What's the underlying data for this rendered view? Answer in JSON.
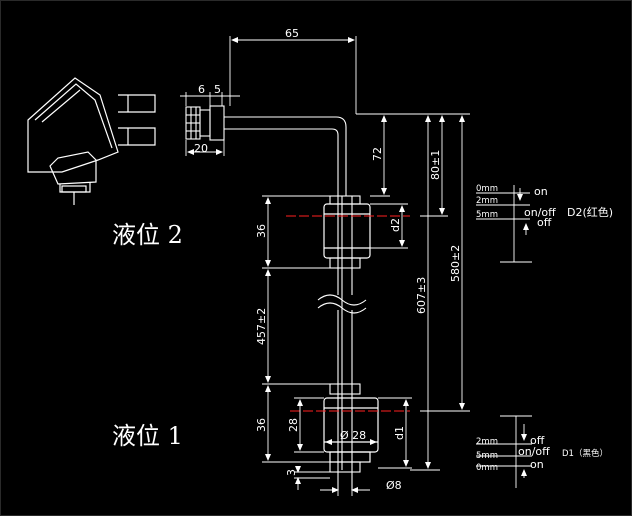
{
  "labels": {
    "level2": "液位 2",
    "level1": "液位  1"
  },
  "dimensions": {
    "width_65": "65",
    "d6": "6",
    "d5": "5",
    "d20": "20",
    "d72": "72",
    "d80": "80±1",
    "d580": "580±2",
    "d607": "607±3",
    "d36_top": "36",
    "d457": "457±2",
    "d36_bottom": "36",
    "d28": "28",
    "dia28": "Ø 28",
    "d1": "d1",
    "d2": "d2",
    "d3": "3",
    "dia8": "Ø8"
  },
  "switch_d2": {
    "pos_0": "0mm",
    "pos_2": "2mm",
    "pos_5": "5mm",
    "on": "on",
    "onoff": "on/off",
    "off": "off",
    "name": "D2(红色)"
  },
  "switch_d1": {
    "pos_2": "2mm",
    "pos_5": "5mm",
    "pos_0": "0mm",
    "off": "off",
    "onoff": "on/off",
    "on": "on",
    "name": "D1（黑色）"
  },
  "colors": {
    "background": "#000000",
    "line": "#ffffff",
    "centerline": "#ff0000"
  }
}
